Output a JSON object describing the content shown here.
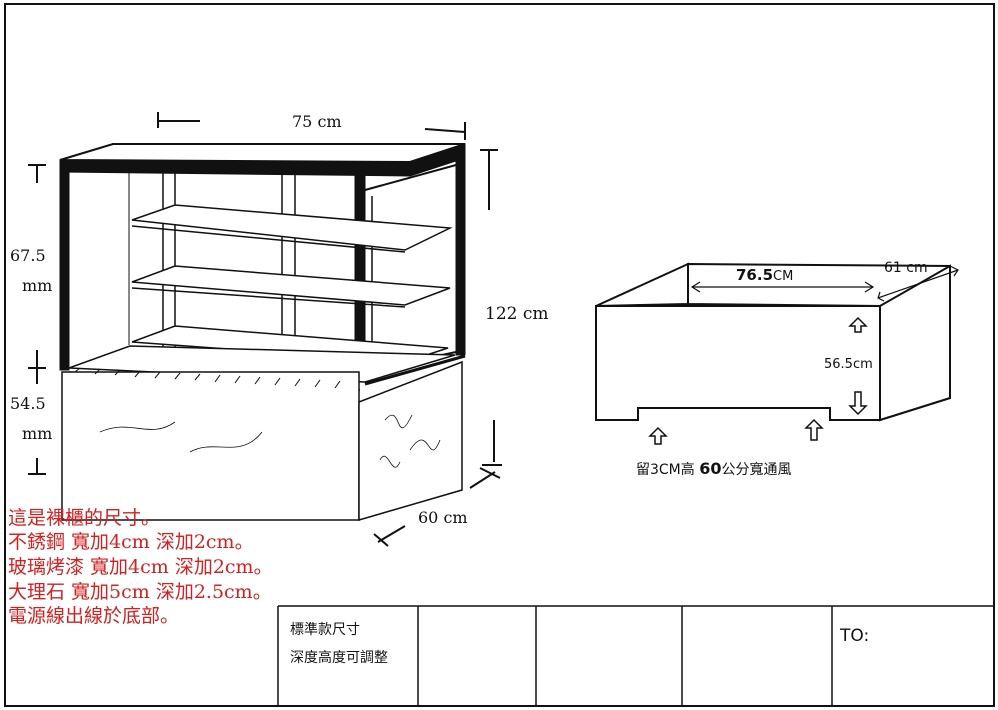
{
  "cabinet": {
    "width_label": "75  cm",
    "height_total_label": "122  cm",
    "upper_height_value": "67.5",
    "upper_height_unit": "mm",
    "lower_height_value": "54.5",
    "lower_height_unit": "mm",
    "depth_label": "60  cm"
  },
  "cutout": {
    "width_value": "76.5",
    "width_unit": "CM",
    "depth_label": "61 cm",
    "height_label": "56.5cm",
    "vent_prefix": "留3CM高 ",
    "vent_bold": "60",
    "vent_suffix": "公分寬通風"
  },
  "notes": [
    "這是裸櫃的尺寸。",
    "不銹鋼 寬加4cm 深加2cm。",
    "玻璃烤漆 寬加4cm 深加2cm。",
    "大理石 寬加5cm 深加2.5cm。",
    "電源線出線於底部。"
  ],
  "title_block": {
    "line1": "標準款尺寸",
    "line2": "深度高度可調整",
    "to_label": "TO:"
  },
  "colors": {
    "annotation_red": "#d42020",
    "line_black": "#111111"
  }
}
